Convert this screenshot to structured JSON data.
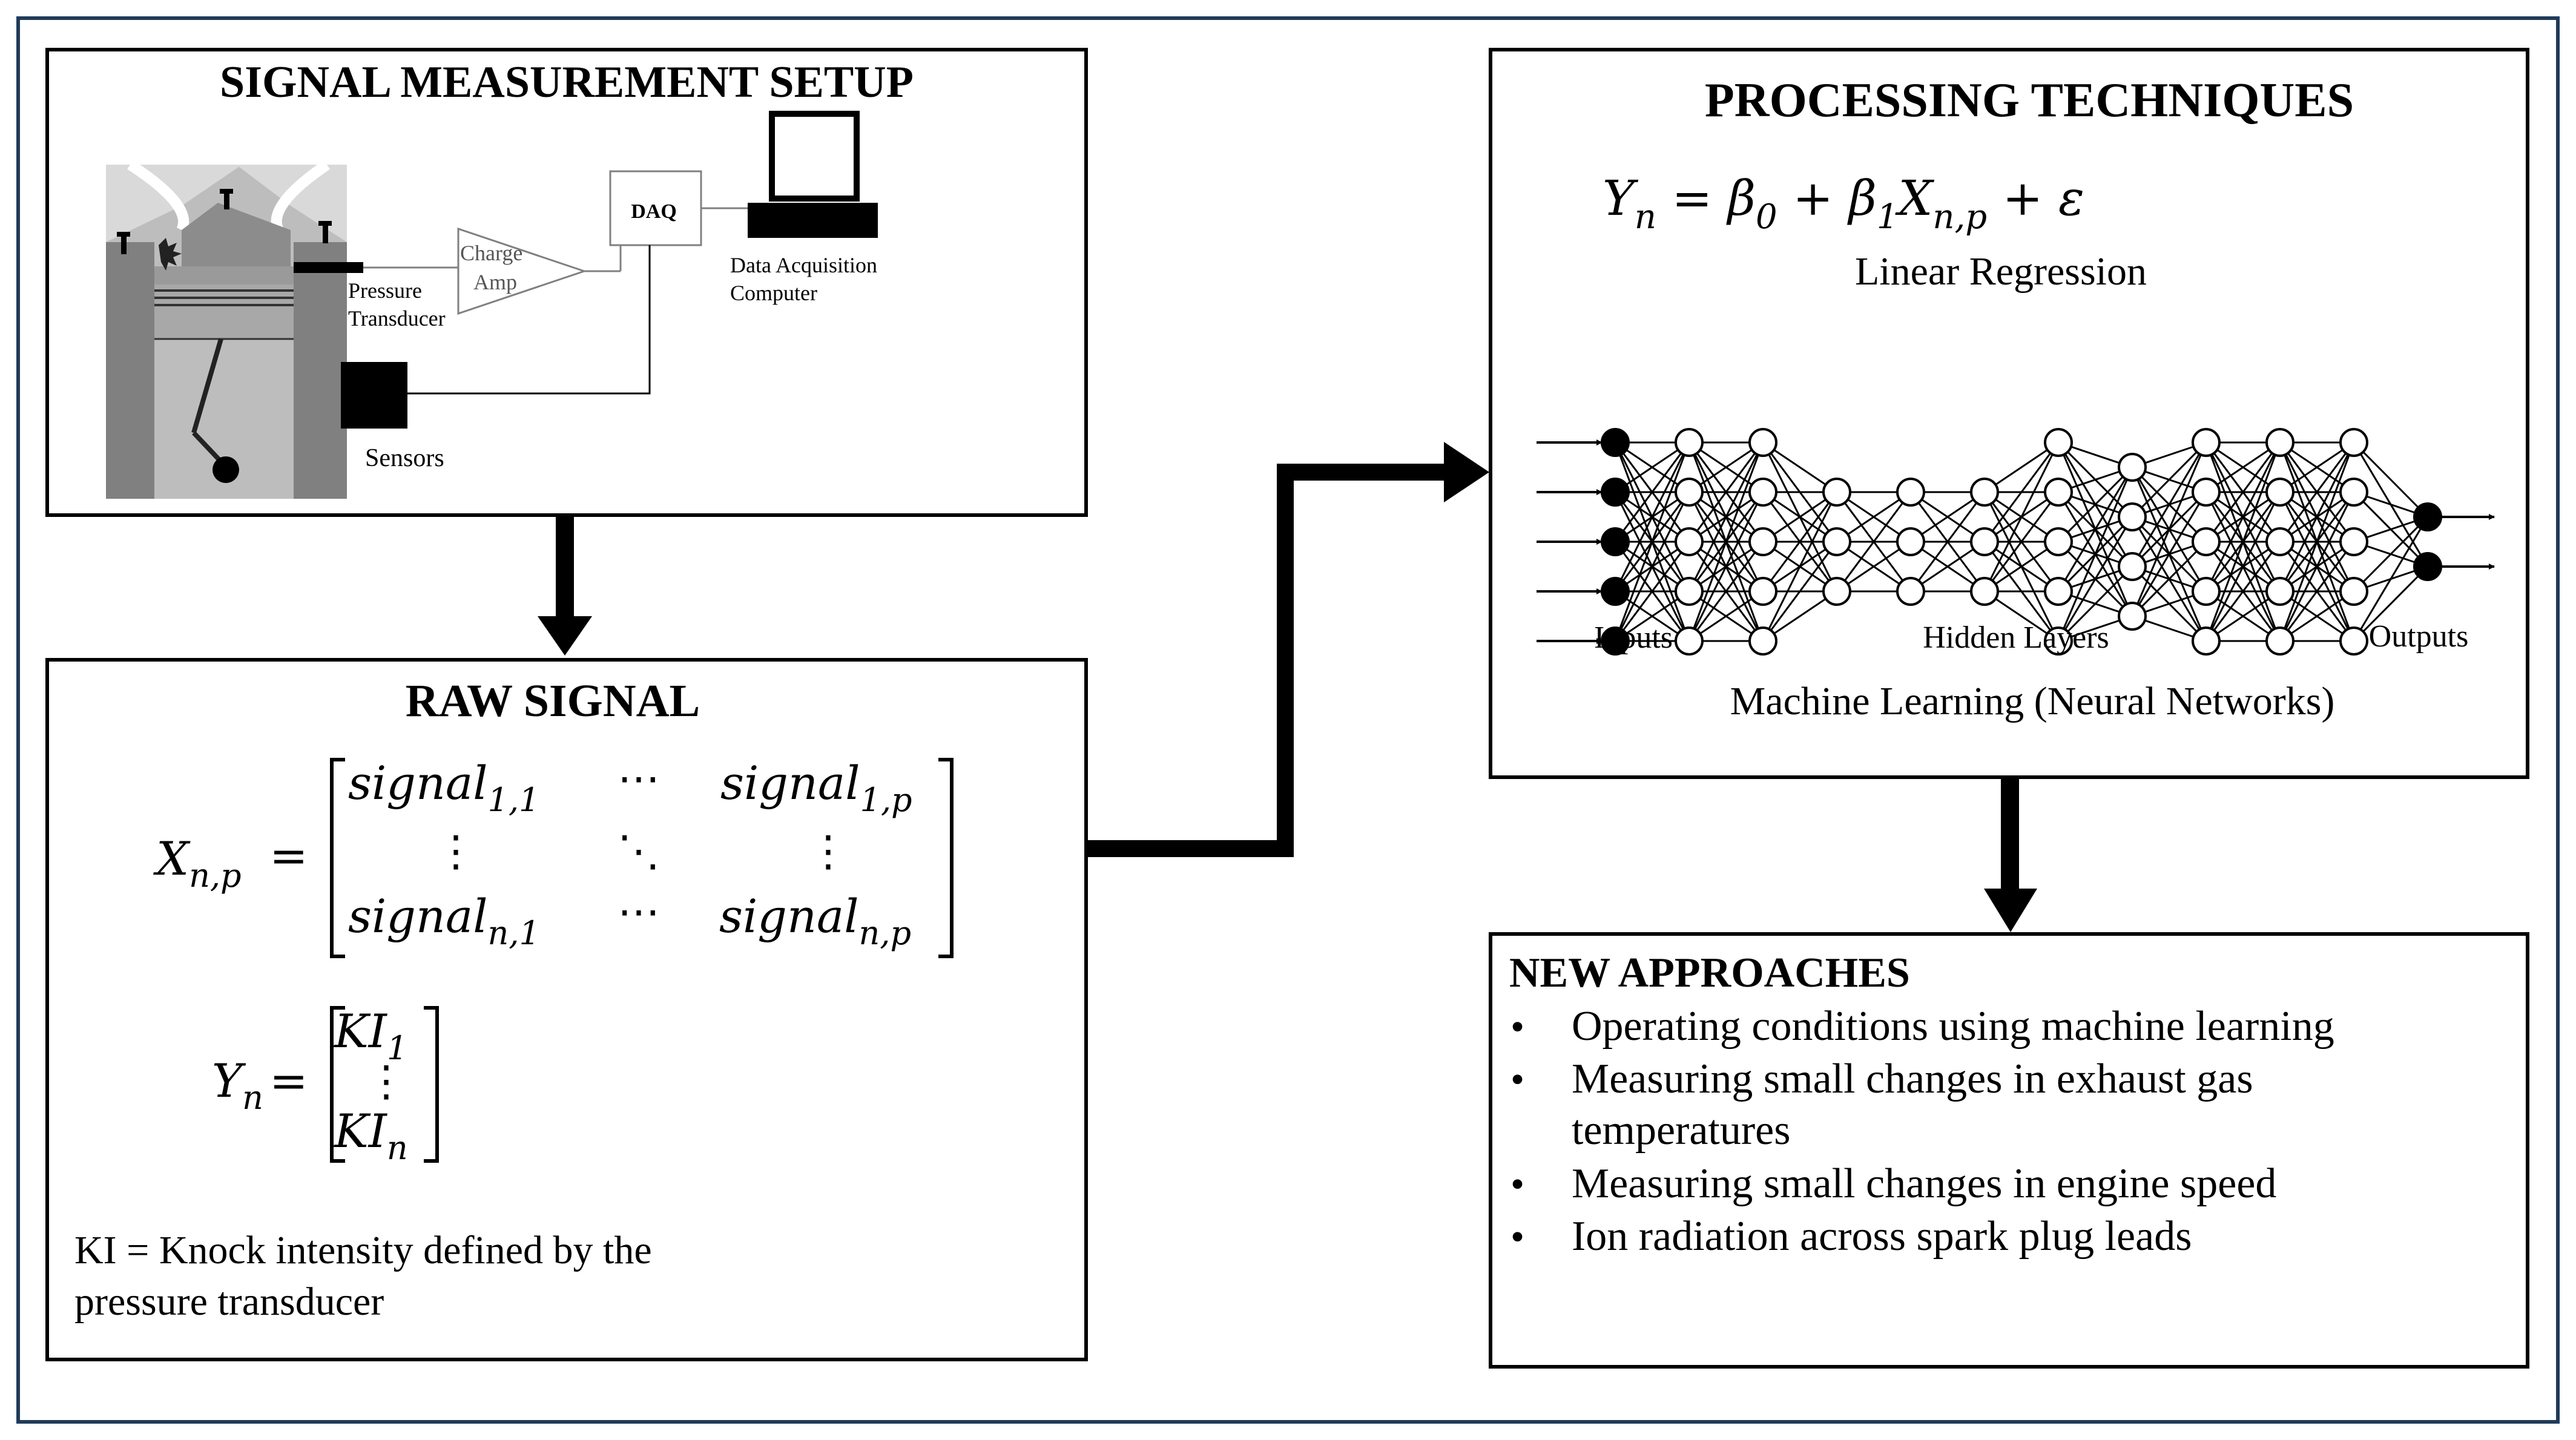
{
  "setup": {
    "title": "SIGNAL MEASUREMENT SETUP",
    "labels": {
      "pressure": "Pressure",
      "transducer": "Transducer",
      "charge": "Charge",
      "amp": "Amp",
      "daq": "DAQ",
      "data_acq": "Data Acquisition",
      "computer": "Computer",
      "sensors": "Sensors"
    }
  },
  "raw": {
    "title": "RAW SIGNAL",
    "x_lhs": "X",
    "x_lhs_sub": "n,p",
    "eq": "=",
    "signal": "signal",
    "sub_11": "1,1",
    "sub_1p": "1,p",
    "sub_n1": "n,1",
    "sub_np": "n,p",
    "hdots": "⋯",
    "vdots": "⋮",
    "ddots": "⋱",
    "y_lhs": "Y",
    "y_lhs_sub": "n",
    "ki": "KI",
    "ki_sub_1": "1",
    "ki_sub_n": "n",
    "note_line1": "KI = Knock intensity defined by the",
    "note_line2": "pressure transducer"
  },
  "processing": {
    "title": "PROCESSING TECHNIQUES",
    "eq_y": "Y",
    "eq_y_sub": "n",
    "eq_mid": " = β",
    "eq_b0_sub": "0",
    "eq_plus": " + β",
    "eq_b1_sub": "1",
    "eq_x": "X",
    "eq_x_sub": "n,p",
    "eq_eps": " + ε",
    "regression_label": "Linear Regression",
    "nn_inputs": "Inputs",
    "nn_hidden": "Hidden Layers",
    "nn_outputs": "Outputs",
    "ml_label": "Machine Learning (Neural Networks)"
  },
  "approaches": {
    "title": "NEW APPROACHES",
    "bullet": "•",
    "items": [
      "Operating conditions using machine learning",
      "Measuring small changes in exhaust gas",
      "temperatures",
      "Measuring small changes in engine speed",
      "Ion radiation across spark plug leads"
    ]
  },
  "neural_network": {
    "layer_node_counts": [
      5,
      5,
      5,
      3,
      3,
      3,
      5,
      4,
      5,
      5,
      5,
      2
    ],
    "colors": {
      "input_output_nodes": "#000000",
      "hidden_nodes": "#ffffff"
    }
  },
  "colors": {
    "outer_border": "#1f3a5a",
    "box_border": "#000000",
    "engine_gray": "#808080",
    "engine_light": "#bdbdbd"
  }
}
